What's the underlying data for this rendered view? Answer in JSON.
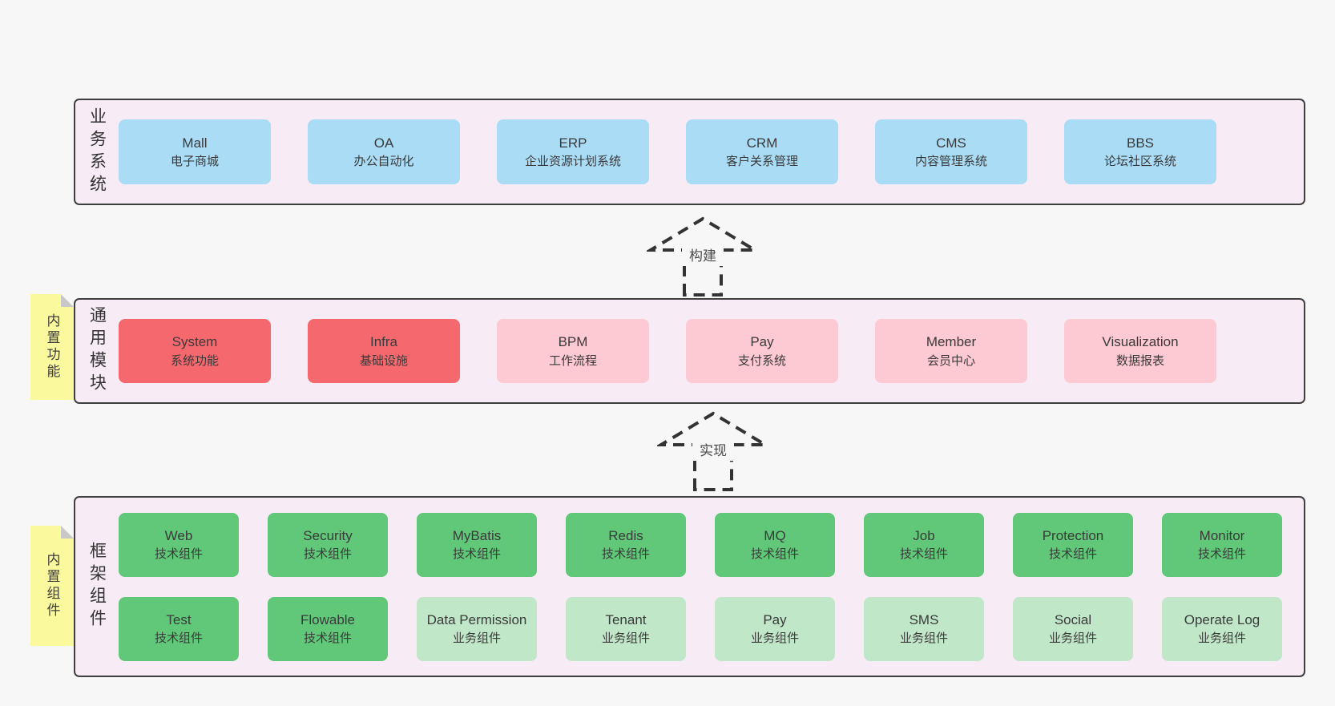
{
  "colors": {
    "page-bg": "#f7f7f7",
    "layer-bg": "#f7ebf5",
    "layer-border": "#3f3f3f",
    "blue": "#aadcf6",
    "red": "#f5696e",
    "pink": "#fdc9d2",
    "green": "#60c878",
    "lightgreen": "#c0e7c7",
    "yellow": "#fbf99d",
    "fold": "#c8c8c8",
    "text": "#3a3a3a",
    "arrow": "#333333"
  },
  "layers": [
    {
      "id": "business-systems",
      "title": "业务系统",
      "boxes": [
        {
          "name": "Mall",
          "desc": "电子商城",
          "variant": "blue"
        },
        {
          "name": "OA",
          "desc": "办公自动化",
          "variant": "blue"
        },
        {
          "name": "ERP",
          "desc": "企业资源计划系统",
          "variant": "blue"
        },
        {
          "name": "CRM",
          "desc": "客户关系管理",
          "variant": "blue"
        },
        {
          "name": "CMS",
          "desc": "内容管理系统",
          "variant": "blue"
        },
        {
          "name": "BBS",
          "desc": "论坛社区系统",
          "variant": "blue"
        }
      ]
    },
    {
      "id": "common-modules",
      "title": "通用模块",
      "note": "内置功能",
      "boxes": [
        {
          "name": "System",
          "desc": "系统功能",
          "variant": "red"
        },
        {
          "name": "Infra",
          "desc": "基础设施",
          "variant": "red"
        },
        {
          "name": "BPM",
          "desc": "工作流程",
          "variant": "pink"
        },
        {
          "name": "Pay",
          "desc": "支付系统",
          "variant": "pink"
        },
        {
          "name": "Member",
          "desc": "会员中心",
          "variant": "pink"
        },
        {
          "name": "Visualization",
          "desc": "数据报表",
          "variant": "pink"
        }
      ]
    },
    {
      "id": "framework-components",
      "title": "框架组件",
      "note": "内置组件",
      "rows": [
        [
          {
            "name": "Web",
            "desc": "技术组件",
            "variant": "green"
          },
          {
            "name": "Security",
            "desc": "技术组件",
            "variant": "green"
          },
          {
            "name": "MyBatis",
            "desc": "技术组件",
            "variant": "green"
          },
          {
            "name": "Redis",
            "desc": "技术组件",
            "variant": "green"
          },
          {
            "name": "MQ",
            "desc": "技术组件",
            "variant": "green"
          },
          {
            "name": "Job",
            "desc": "技术组件",
            "variant": "green"
          },
          {
            "name": "Protection",
            "desc": "技术组件",
            "variant": "green"
          },
          {
            "name": "Monitor",
            "desc": "技术组件",
            "variant": "green"
          }
        ],
        [
          {
            "name": "Test",
            "desc": "技术组件",
            "variant": "green"
          },
          {
            "name": "Flowable",
            "desc": "技术组件",
            "variant": "green"
          },
          {
            "name": "Data Permission",
            "desc": "业务组件",
            "variant": "lightgreen"
          },
          {
            "name": "Tenant",
            "desc": "业务组件",
            "variant": "lightgreen"
          },
          {
            "name": "Pay",
            "desc": "业务组件",
            "variant": "lightgreen"
          },
          {
            "name": "SMS",
            "desc": "业务组件",
            "variant": "lightgreen"
          },
          {
            "name": "Social",
            "desc": "业务组件",
            "variant": "lightgreen"
          },
          {
            "name": "Operate Log",
            "desc": "业务组件",
            "variant": "lightgreen"
          }
        ]
      ]
    }
  ],
  "arrows": [
    {
      "label": "构建"
    },
    {
      "label": "实现"
    }
  ]
}
